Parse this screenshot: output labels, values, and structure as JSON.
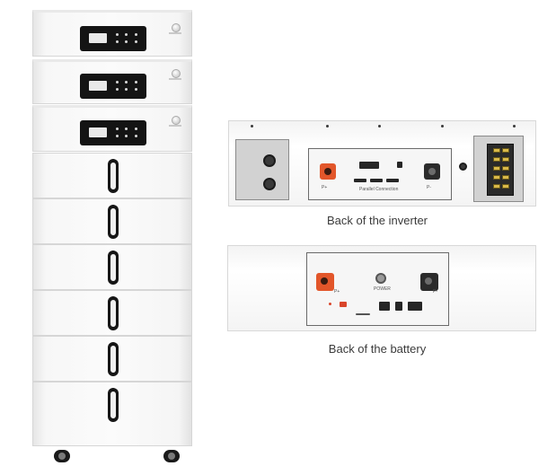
{
  "captions": {
    "inverter": "Back of the inverter",
    "battery": "Back of the battery"
  },
  "inverter_panel": {
    "positive_label": "P+",
    "negative_label": "P-",
    "comm_label": "Parallel Connection"
  },
  "battery_panel": {
    "power_label": "POWER",
    "positive_label": "P+",
    "negative_label": "P-"
  },
  "colors": {
    "positive_terminal": "#e2562a",
    "negative_terminal": "#2b2b2b",
    "display_panel": "#141414"
  }
}
